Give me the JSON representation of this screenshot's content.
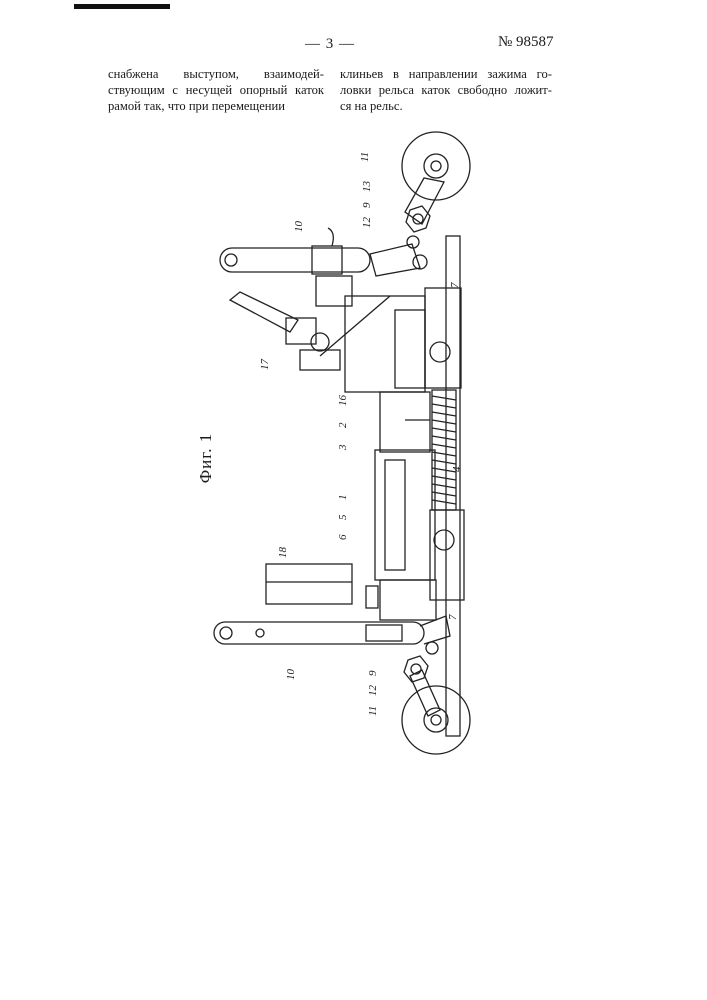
{
  "header": {
    "page_number": "— 3 —",
    "patent_number": "№ 98587"
  },
  "text": {
    "left_column": [
      "снабжена выступом, взаимодей-",
      "ствующим с несущей опорный каток",
      "рамой так, что при перемещении"
    ],
    "right_column": [
      "клиньев в направлении зажима го-",
      "ловки рельса каток свободно ложит-",
      "ся на рельс."
    ]
  },
  "figure": {
    "caption": "Фиг. 1",
    "labels": {
      "l11a": "11",
      "l13a": "13",
      "l9a": "9",
      "l12a": "12",
      "l10a": "10",
      "l7a": "7",
      "l17": "17",
      "l16": "16",
      "l2": "2",
      "l3": "3",
      "l4": "4",
      "l1": "1",
      "l5": "5",
      "l6": "6",
      "l18": "18",
      "l10b": "10",
      "l7b": "7",
      "l9b": "9",
      "l12b": "12",
      "l11b": "11"
    }
  }
}
